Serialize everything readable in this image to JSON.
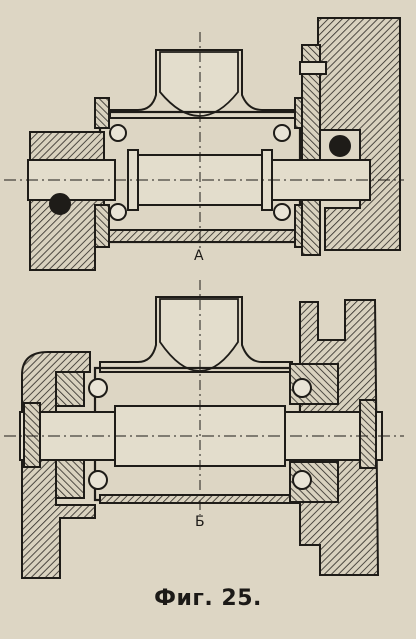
{
  "figure": {
    "caption": "Фиг. 25.",
    "views": [
      {
        "label": "А"
      },
      {
        "label": "Б"
      }
    ]
  }
}
